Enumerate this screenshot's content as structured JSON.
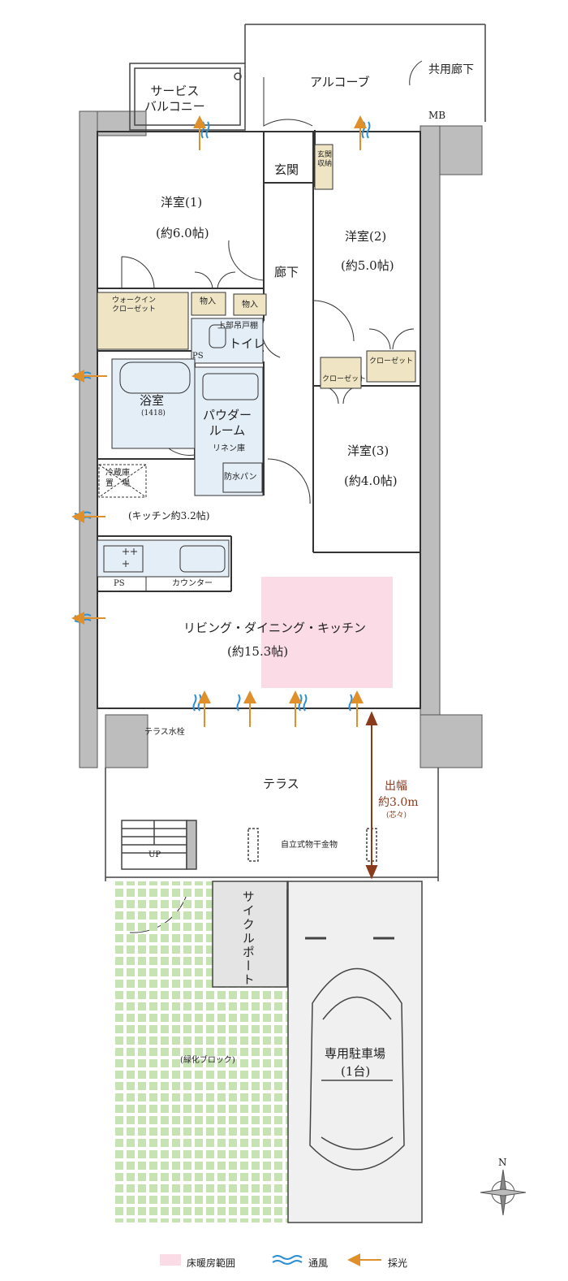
{
  "rooms": {
    "service_balcony": "サービス\nバルコニー",
    "alcove": "アルコーブ",
    "common_corridor": "共用廊下",
    "mb": "MB",
    "entrance": "玄関",
    "entrance_storage": "玄関\n収納",
    "western1": "洋室(1)",
    "western1_size": "(約6.0帖)",
    "western2": "洋室(2)",
    "western2_size": "(約5.0帖)",
    "western3": "洋室(3)",
    "western3_size": "(約4.0帖)",
    "hallway": "廊下",
    "storage1": "物入",
    "storage2": "物入",
    "walkin": "ウォークイン\nクローゼット",
    "upper_shelf": "上部吊戸棚",
    "toilet": "トイレ",
    "ps1": "PS",
    "ps2": "PS",
    "closet1": "クローゼット",
    "closet2": "クローゼット",
    "bath": "浴室",
    "bath_size": "(1418)",
    "powder_room": "パウダー\nルーム",
    "linen": "リネン庫",
    "waterproof_pan": "防水パン",
    "fridge": "冷蔵庫\n置　場",
    "kitchen": "(キッチン約3.2帖)",
    "counter": "カウンター",
    "ldk": "リビング・ダイニング・キッチン",
    "ldk_size": "(約15.3帖)",
    "terrace_faucet": "テラス水栓",
    "terrace": "テラス",
    "depth_title": "出幅",
    "depth_value": "約3.0m",
    "depth_note": "(芯々)",
    "up": "UP",
    "clothes_dryer": "自立式物干金物",
    "cycle_port": "サイクルポート",
    "green_block": "(緑化ブロック)",
    "parking": "専用駐車場",
    "parking_count": "(1台)"
  },
  "compass": {
    "north": "N"
  },
  "legend": {
    "floor_heating": "床暖房範囲",
    "ventilation": "通風",
    "daylight": "採光"
  },
  "colors": {
    "wall": "#bdbdbd",
    "line": "#333333",
    "storage_fill": "#efe4c3",
    "wet_area_fill": "#e4eef7",
    "floor_heating": "#fadbe6",
    "green_block": "#c7e3b4",
    "ventilation": "#2f8fd0",
    "daylight": "#e0902a",
    "depth_arrow": "#8b3a1c"
  }
}
